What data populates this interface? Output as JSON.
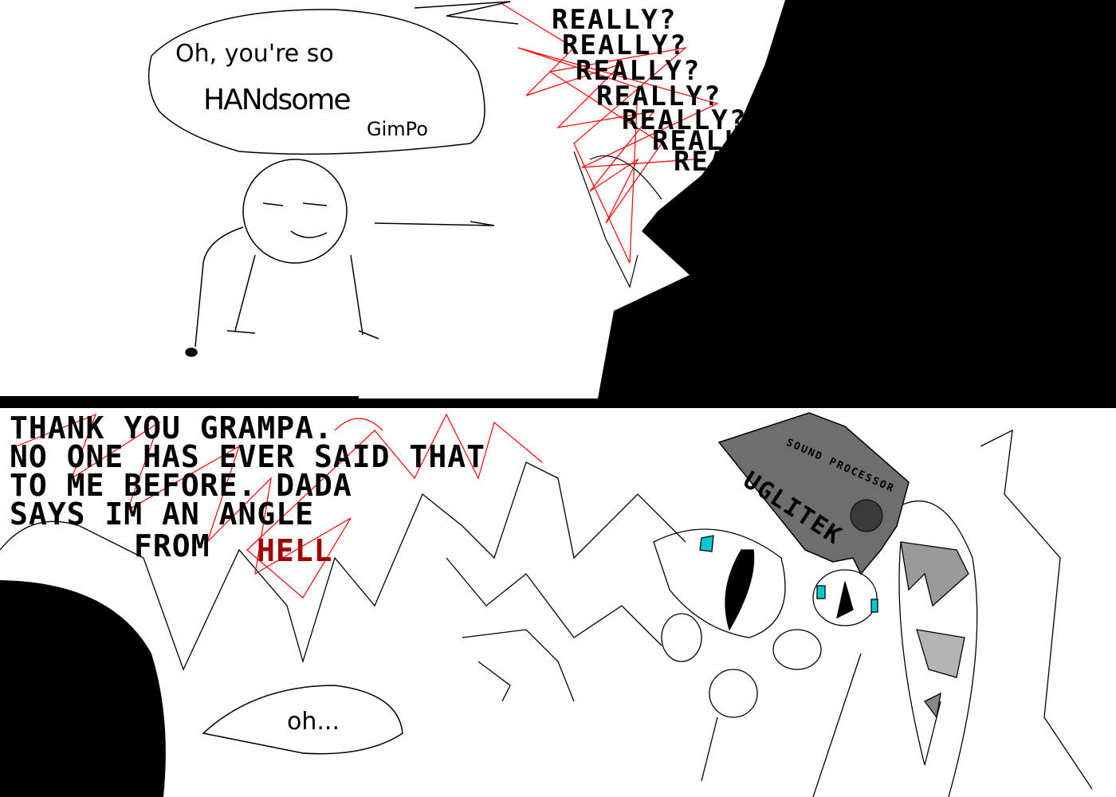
{
  "top_panel": {
    "speech_bubble": {
      "line1": "Oh, you're so",
      "line2": "HANdsome",
      "line3": "GimPo"
    },
    "shout_lines": [
      "REALLY?",
      "REALLY?",
      "REALLY?",
      "REALLY?",
      "REALLY?",
      "REALLY?",
      "REALLY?"
    ]
  },
  "bottom_panel": {
    "caption": [
      "THANK YOU GRAMPA.",
      "NO ONE HAS EVER SAID THAT",
      "TO ME BEFORE. DADA",
      "SAYS IM AN ANGLE",
      "FROM"
    ],
    "caption_emphasis": "HELL",
    "small_bubble": "oh...",
    "sign": {
      "brand": "UGLITEK",
      "subtitle": "SOUND PROCESSOR"
    }
  },
  "colors": {
    "ink": "#000000",
    "scribble": "#ff0000",
    "emphasis": "#a00000",
    "sign": "#6e6e6e",
    "eye": "#00c8d2"
  }
}
